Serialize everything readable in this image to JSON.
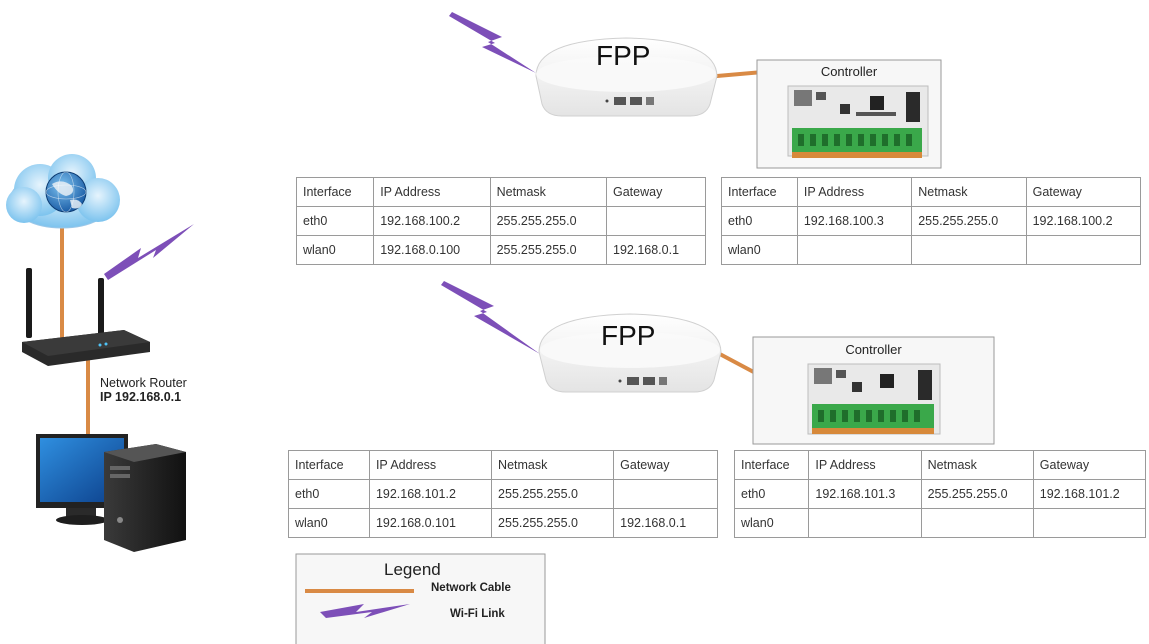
{
  "router": {
    "name": "Network Router",
    "ip": "IP 192.168.0.1"
  },
  "fpp_units": [
    {
      "label": "FPP",
      "controller_caption": "Controller",
      "fpp_table": {
        "headers": [
          "Interface",
          "IP Address",
          "Netmask",
          "Gateway"
        ],
        "rows": [
          [
            "eth0",
            "192.168.100.2",
            "255.255.255.0",
            ""
          ],
          [
            "wlan0",
            "192.168.0.100",
            "255.255.255.0",
            "192.168.0.1"
          ]
        ]
      },
      "controller_table": {
        "headers": [
          "Interface",
          "IP Address",
          "Netmask",
          "Gateway"
        ],
        "rows": [
          [
            "eth0",
            "192.168.100.3",
            "255.255.255.0",
            "192.168.100.2"
          ],
          [
            "wlan0",
            "",
            "",
            ""
          ]
        ]
      }
    },
    {
      "label": "FPP",
      "controller_caption": "Controller",
      "fpp_table": {
        "headers": [
          "Interface",
          "IP Address",
          "Netmask",
          "Gateway"
        ],
        "rows": [
          [
            "eth0",
            "192.168.101.2",
            "255.255.255.0",
            ""
          ],
          [
            "wlan0",
            "192.168.0.101",
            "255.255.255.0",
            "192.168.0.1"
          ]
        ]
      },
      "controller_table": {
        "headers": [
          "Interface",
          "IP Address",
          "Netmask",
          "Gateway"
        ],
        "rows": [
          [
            "eth0",
            "192.168.101.3",
            "255.255.255.0",
            "192.168.101.2"
          ],
          [
            "wlan0",
            "",
            "",
            ""
          ]
        ]
      }
    }
  ],
  "legend": {
    "title": "Legend",
    "cable_label": "Network Cable",
    "wifi_label": "Wi-Fi Link"
  },
  "colors": {
    "cable": "#d98a45",
    "wifi": "#7d4fb8",
    "table_border": "#9a9a9a"
  }
}
